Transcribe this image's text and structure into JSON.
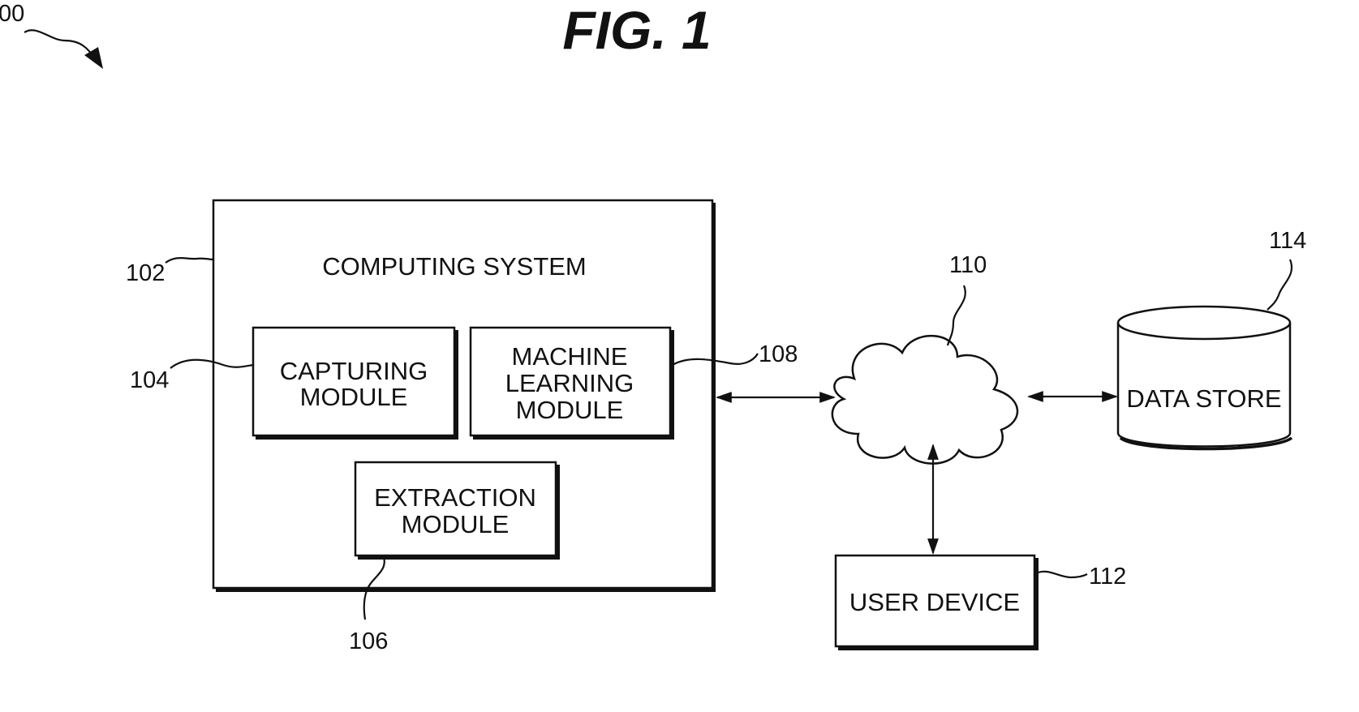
{
  "figure": {
    "title": "FIG. 1",
    "ref_system": "00"
  },
  "computing_system": {
    "label": "COMPUTING SYSTEM",
    "ref": "102"
  },
  "capturing_module": {
    "line1": "CAPTURING",
    "line2": "MODULE",
    "ref": "104"
  },
  "machine_learning_module": {
    "line1": "MACHINE",
    "line2": "LEARNING",
    "line3": "MODULE"
  },
  "extraction_module": {
    "line1": "EXTRACTION",
    "line2": "MODULE",
    "ref": "106"
  },
  "connection": {
    "ref": "108"
  },
  "network": {
    "ref": "110"
  },
  "user_device": {
    "label": "USER DEVICE",
    "ref": "112"
  },
  "data_store": {
    "label": "DATA STORE",
    "ref": "114"
  }
}
